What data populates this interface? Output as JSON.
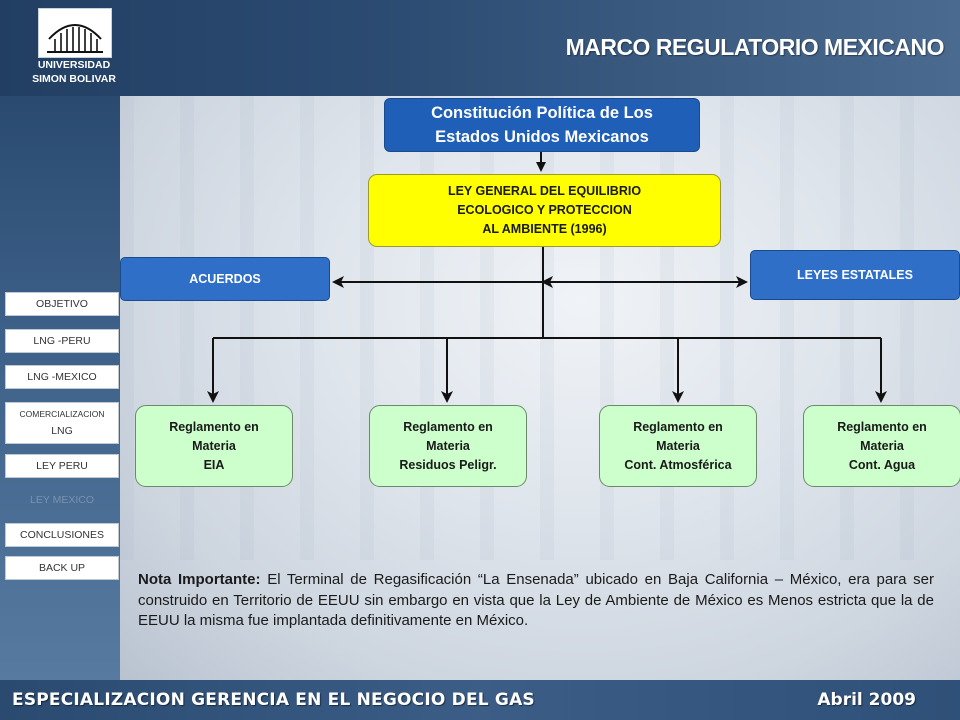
{
  "header": {
    "university_line1": "UNIVERSIDAD",
    "university_line2": "SIMON BOLIVAR",
    "title": "MARCO REGULATORIO MEXICANO",
    "logo_icon": "university-columns-logo"
  },
  "sidebar": {
    "items": [
      {
        "label": "OBJETIVO"
      },
      {
        "label": "LNG -PERU"
      },
      {
        "label": "LNG -MEXICO"
      },
      {
        "label": "COMERCIALIZACION",
        "label2": "LNG"
      },
      {
        "label": "LEY PERU"
      },
      {
        "label": "LEY MEXICO"
      },
      {
        "label": "CONCLUSIONES"
      },
      {
        "label": "BACK UP"
      }
    ]
  },
  "diagram": {
    "constitution": {
      "line1": "Constitución Política de Los",
      "line2": "Estados Unidos Mexicanos"
    },
    "ley_general": {
      "line1": "LEY GENERAL DEL EQUILIBRIO",
      "line2": "ECOLOGICO Y PROTECCION",
      "line3": "AL AMBIENTE (1996)"
    },
    "acuerdos": "ACUERDOS",
    "leyes_estatales": "LEYES ESTATALES",
    "reglamentos": [
      {
        "line1": "Reglamento en",
        "line2": "Materia",
        "line3": "EIA"
      },
      {
        "line1": "Reglamento en",
        "line2": "Materia",
        "line3": "Residuos Peligr."
      },
      {
        "line1": "Reglamento en",
        "line2": "Materia",
        "line3": "Cont. Atmosférica"
      },
      {
        "line1": "Reglamento en",
        "line2": "Materia",
        "line3": "Cont. Agua"
      }
    ]
  },
  "note": {
    "label": "Nota Importante:",
    "text": " El Terminal de Regasificación “La Ensenada” ubicado en Baja California – México, era para ser construido en Territorio de EEUU sin embargo en vista que la Ley de Ambiente de México es Menos estricta que la de EEUU la misma fue implantada definitivamente en México."
  },
  "footer": {
    "left": "ESPECIALIZACION GERENCIA EN EL NEGOCIO DEL GAS",
    "right": "Abril  2009"
  },
  "colors": {
    "constitution_fill": "#1f5fb8",
    "ley_fill": "#ffff00",
    "side_box_fill": "#2f6fc8",
    "reglamento_fill": "#ccffcc",
    "connector": "#111111"
  }
}
